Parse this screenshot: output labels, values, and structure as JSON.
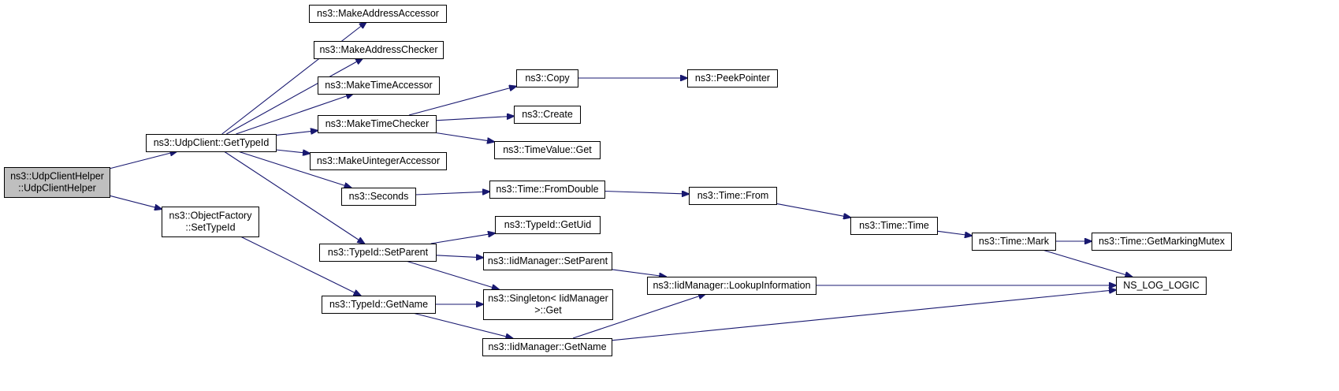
{
  "nodes": [
    {
      "id": "root",
      "lines": [
        "ns3::UdpClientHelper",
        "::UdpClientHelper"
      ],
      "root": true
    },
    {
      "id": "udpclient_gettypeid",
      "lines": [
        "ns3::UdpClient::GetTypeId"
      ]
    },
    {
      "id": "objfactory_settypeid",
      "lines": [
        "ns3::ObjectFactory",
        "::SetTypeId"
      ]
    },
    {
      "id": "makeaddressaccessor",
      "lines": [
        "ns3::MakeAddressAccessor"
      ]
    },
    {
      "id": "makeaddresschecker",
      "lines": [
        "ns3::MakeAddressChecker"
      ]
    },
    {
      "id": "maketimeaccessor",
      "lines": [
        "ns3::MakeTimeAccessor"
      ]
    },
    {
      "id": "maketimechecker",
      "lines": [
        "ns3::MakeTimeChecker"
      ]
    },
    {
      "id": "makeuintegeraccessor",
      "lines": [
        "ns3::MakeUintegerAccessor"
      ]
    },
    {
      "id": "seconds",
      "lines": [
        "ns3::Seconds"
      ]
    },
    {
      "id": "typeid_setparent",
      "lines": [
        "ns3::TypeId::SetParent"
      ]
    },
    {
      "id": "typeid_getname",
      "lines": [
        "ns3::TypeId::GetName"
      ]
    },
    {
      "id": "copy",
      "lines": [
        "ns3::Copy"
      ]
    },
    {
      "id": "create",
      "lines": [
        "ns3::Create"
      ]
    },
    {
      "id": "timevalue_get",
      "lines": [
        "ns3::TimeValue::Get"
      ]
    },
    {
      "id": "time_fromdouble",
      "lines": [
        "ns3::Time::FromDouble"
      ]
    },
    {
      "id": "typeid_getuid",
      "lines": [
        "ns3::TypeId::GetUid"
      ]
    },
    {
      "id": "iidmanager_setparent",
      "lines": [
        "ns3::IidManager::SetParent"
      ]
    },
    {
      "id": "singleton_get",
      "lines": [
        "ns3::Singleton< IidManager",
        ">::Get"
      ]
    },
    {
      "id": "iidmanager_getname",
      "lines": [
        "ns3::IidManager::GetName"
      ]
    },
    {
      "id": "peekpointer",
      "lines": [
        "ns3::PeekPointer"
      ]
    },
    {
      "id": "time_from",
      "lines": [
        "ns3::Time::From"
      ]
    },
    {
      "id": "iidmanager_lookupinformation",
      "lines": [
        "ns3::IidManager::LookupInformation"
      ]
    },
    {
      "id": "time_time",
      "lines": [
        "ns3::Time::Time"
      ]
    },
    {
      "id": "time_mark",
      "lines": [
        "ns3::Time::Mark"
      ]
    },
    {
      "id": "time_getmarkingmutex",
      "lines": [
        "ns3::Time::GetMarkingMutex"
      ]
    },
    {
      "id": "ns_log_logic",
      "lines": [
        "NS_LOG_LOGIC"
      ]
    }
  ],
  "edges": [
    [
      "root",
      "udpclient_gettypeid"
    ],
    [
      "root",
      "objfactory_settypeid"
    ],
    [
      "udpclient_gettypeid",
      "makeaddressaccessor"
    ],
    [
      "udpclient_gettypeid",
      "makeaddresschecker"
    ],
    [
      "udpclient_gettypeid",
      "maketimeaccessor"
    ],
    [
      "udpclient_gettypeid",
      "maketimechecker"
    ],
    [
      "udpclient_gettypeid",
      "makeuintegeraccessor"
    ],
    [
      "udpclient_gettypeid",
      "seconds"
    ],
    [
      "udpclient_gettypeid",
      "typeid_setparent"
    ],
    [
      "objfactory_settypeid",
      "typeid_getname"
    ],
    [
      "maketimechecker",
      "copy"
    ],
    [
      "maketimechecker",
      "create"
    ],
    [
      "maketimechecker",
      "timevalue_get"
    ],
    [
      "copy",
      "peekpointer"
    ],
    [
      "seconds",
      "time_fromdouble"
    ],
    [
      "time_fromdouble",
      "time_from"
    ],
    [
      "time_from",
      "time_time"
    ],
    [
      "time_time",
      "time_mark"
    ],
    [
      "time_mark",
      "time_getmarkingmutex"
    ],
    [
      "time_mark",
      "ns_log_logic"
    ],
    [
      "typeid_setparent",
      "typeid_getuid"
    ],
    [
      "typeid_setparent",
      "iidmanager_setparent"
    ],
    [
      "typeid_setparent",
      "singleton_get"
    ],
    [
      "iidmanager_setparent",
      "iidmanager_lookupinformation"
    ],
    [
      "typeid_getname",
      "singleton_get"
    ],
    [
      "typeid_getname",
      "iidmanager_getname"
    ],
    [
      "iidmanager_getname",
      "iidmanager_lookupinformation"
    ],
    [
      "iidmanager_getname",
      "ns_log_logic"
    ],
    [
      "iidmanager_lookupinformation",
      "ns_log_logic"
    ]
  ],
  "colors": {
    "edge": "#191970",
    "root_fill": "#bfbfbf",
    "node_fill": "#ffffff",
    "border": "#000000"
  }
}
